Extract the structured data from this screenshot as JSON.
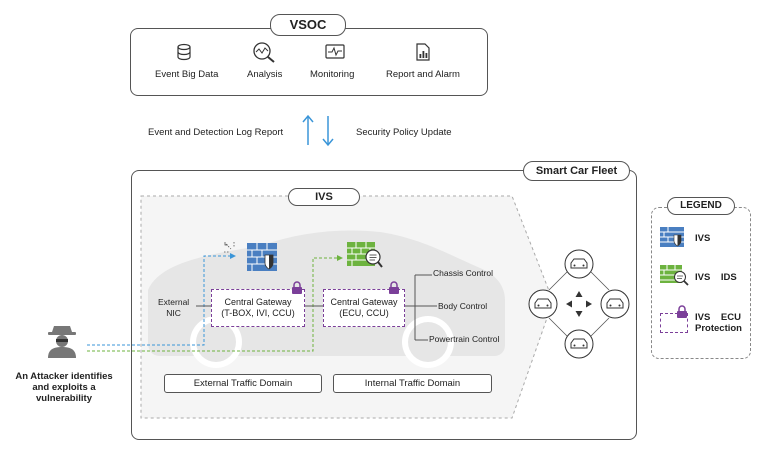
{
  "vsoc": {
    "title": "VSOC",
    "items": [
      {
        "label": "Event Big Data",
        "icon": "database-icon"
      },
      {
        "label": "Analysis",
        "icon": "analysis-magnifier-icon"
      },
      {
        "label": "Monitoring",
        "icon": "monitor-icon"
      },
      {
        "label": "Report and Alarm",
        "icon": "report-icon"
      }
    ]
  },
  "flows": {
    "up_label": "Event and Detection Log Report",
    "down_label": "Security Policy Update"
  },
  "fleet": {
    "title": "Smart Car Fleet",
    "ivs_title": "IVS",
    "external_nic": "External\nNIC",
    "gateway_external": "Central Gateway\n(T-BOX, IVI, CCU)",
    "gateway_internal": "Central Gateway\n(ECU, CCU)",
    "controls": [
      "Chassis Control",
      "Body Control",
      "Powertrain Control"
    ],
    "domain_external": "External Traffic Domain",
    "domain_internal": "Internal Traffic Domain"
  },
  "attacker": {
    "label": "An Attacker identifies\nand exploits a\nvulnerability"
  },
  "legend": {
    "title": "LEGEND",
    "items": [
      {
        "label": "IVS",
        "icon": "firewall-blue-icon"
      },
      {
        "label": "IVS    IDS",
        "icon": "ids-green-icon"
      },
      {
        "label": "IVS    ECU\nProtection",
        "icon": "ecu-protection-icon"
      }
    ]
  },
  "colors": {
    "blue": "#4a7fc1",
    "green": "#6db33f",
    "purple": "#7b3f99",
    "arrow_blue": "#3a95d8",
    "car_gray": "#e6e6e6"
  }
}
